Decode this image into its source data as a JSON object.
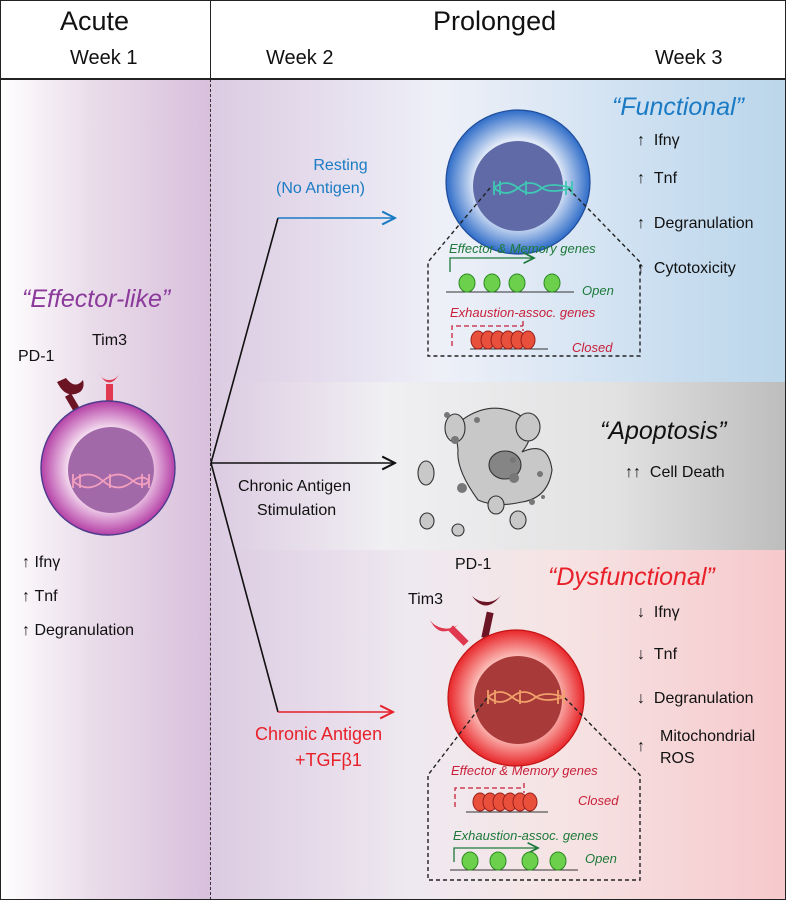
{
  "header": {
    "acute": {
      "title": "Acute",
      "week": "Week 1"
    },
    "prolonged": {
      "title": "Prolonged",
      "week_start": "Week 2",
      "week_end": "Week 3"
    }
  },
  "effector": {
    "title": "“Effector-like”",
    "receptors": {
      "pd1": "PD-1",
      "tim3": "Tim3"
    },
    "markers": [
      {
        "arrow": "↑",
        "label": "Ifnγ"
      },
      {
        "arrow": "↑",
        "label": "Tnf"
      },
      {
        "arrow": "↑",
        "label": "Degranulation"
      }
    ]
  },
  "paths": {
    "resting": {
      "line1": "Resting",
      "line2": "(No Antigen)"
    },
    "chronic": {
      "line1": "Chronic Antigen",
      "line2": "Stimulation"
    },
    "tgf": {
      "line1": "Chronic Antigen",
      "line2": "+TGFβ1"
    }
  },
  "functional": {
    "title": "“Functional”",
    "markers": [
      {
        "arrow": "↑",
        "label": "Ifnγ"
      },
      {
        "arrow": "↑",
        "label": "Tnf"
      },
      {
        "arrow": "↑",
        "label": "Degranulation"
      },
      {
        "arrow": "↑",
        "label": "Cytotoxicity"
      }
    ],
    "inset": {
      "gene1": "Effector & Memory genes",
      "state1": "Open",
      "gene2": "Exhaustion-assoc. genes",
      "state2": "Closed"
    }
  },
  "apoptosis": {
    "title": "“Apoptosis”",
    "marker": {
      "arrow": "↑↑",
      "label": "Cell Death"
    }
  },
  "dysfunctional": {
    "title": "“Dysfunctional”",
    "receptors": {
      "pd1": "PD-1",
      "tim3": "Tim3"
    },
    "markers": [
      {
        "arrow": "↓",
        "label": "Ifnγ"
      },
      {
        "arrow": "↓",
        "label": "Tnf"
      },
      {
        "arrow": "↓",
        "label": "Degranulation"
      },
      {
        "arrow": "↑",
        "label": "Mitochondrial",
        "label2": "ROS"
      }
    ],
    "inset": {
      "gene1": "Effector & Memory genes",
      "state1": "Closed",
      "gene2": "Exhaustion-assoc. genes",
      "state2": "Open"
    }
  },
  "colors": {
    "purple": "#8b3a9b",
    "blue": "#1a7bc4",
    "red": "#e8202a",
    "green": "#1d7a3a",
    "crimson": "#c8203a",
    "dark_red": "#6b1424",
    "tim3_pink": "#e0384f"
  }
}
